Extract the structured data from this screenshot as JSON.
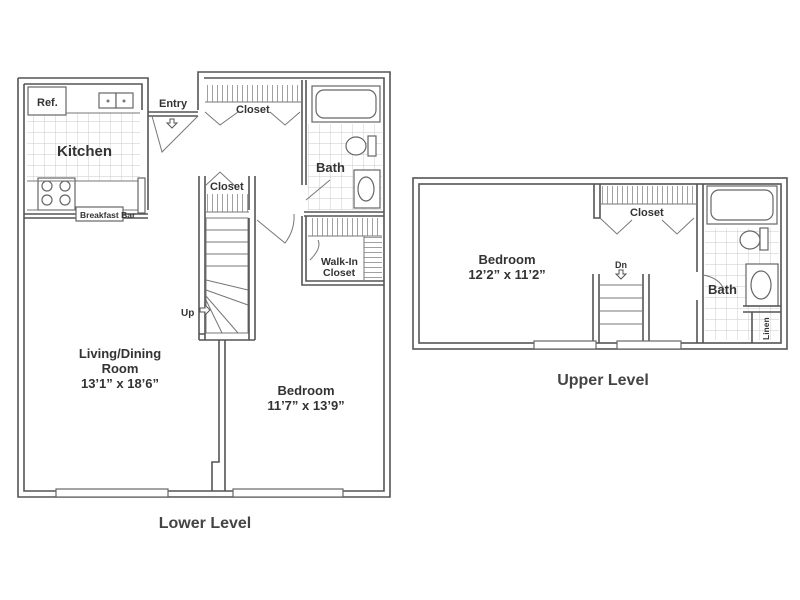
{
  "lower_level": {
    "caption": "Lower Level",
    "rooms": {
      "kitchen": "Kitchen",
      "refrigerator": "Ref.",
      "breakfast_bar": "Breakfast Bar",
      "entry": "Entry",
      "closet_entry": "Closet",
      "closet_stair": "Closet",
      "bath": "Bath",
      "walk_in_closet_line1": "Walk-In",
      "walk_in_closet_line2": "Closet",
      "stairs_up": "Up",
      "living_line1": "Living/Dining",
      "living_line2": "Room",
      "living_dims": "13’1” x 18’6”",
      "bedroom": "Bedroom",
      "bedroom_dims": "11’7” x 13’9”"
    }
  },
  "upper_level": {
    "caption": "Upper Level",
    "rooms": {
      "bedroom": "Bedroom",
      "bedroom_dims": "12’2” x 11’2”",
      "closet": "Closet",
      "stairs_down": "Dn",
      "bath": "Bath",
      "linen": "Linen"
    }
  },
  "colors": {
    "wall": "#555555",
    "tile": "#c9c9c9",
    "text": "#333333",
    "background": "#ffffff"
  }
}
